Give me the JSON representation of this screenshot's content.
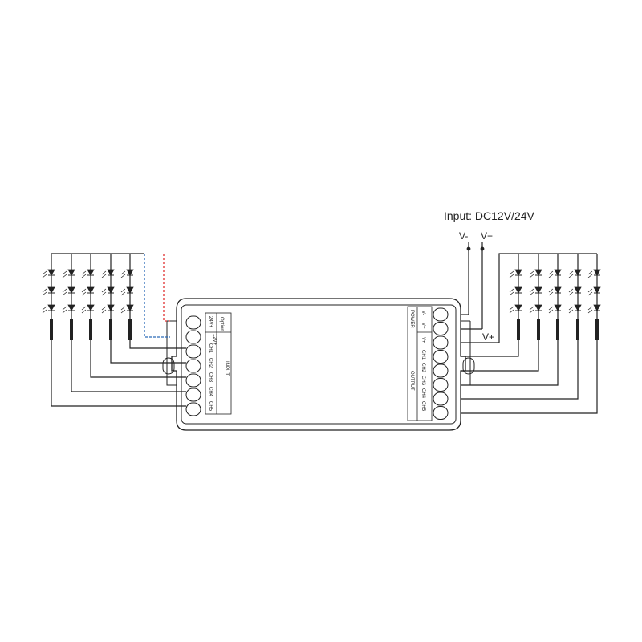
{
  "supply": {
    "title": "Input: DC12V/24V",
    "v_minus": "V-",
    "v_plus": "V+",
    "v_plus_out": "V+"
  },
  "input_block": {
    "title": "INPUT",
    "option_label": "Option",
    "option_values": [
      "24V+",
      "12V+"
    ],
    "channels": [
      "CH1",
      "CH2",
      "CH3",
      "CH4",
      "CH5"
    ]
  },
  "power_block": {
    "title": "POWER",
    "terminals": [
      "V-",
      "V+"
    ]
  },
  "output_block": {
    "title": "OUTPUT",
    "terminals": [
      "V+",
      "CH1",
      "CH2",
      "CH3",
      "CH4",
      "CH5"
    ]
  },
  "colors": {
    "line": "#222222",
    "option_red": "#e03030",
    "option_blue": "#2a6ab8"
  }
}
